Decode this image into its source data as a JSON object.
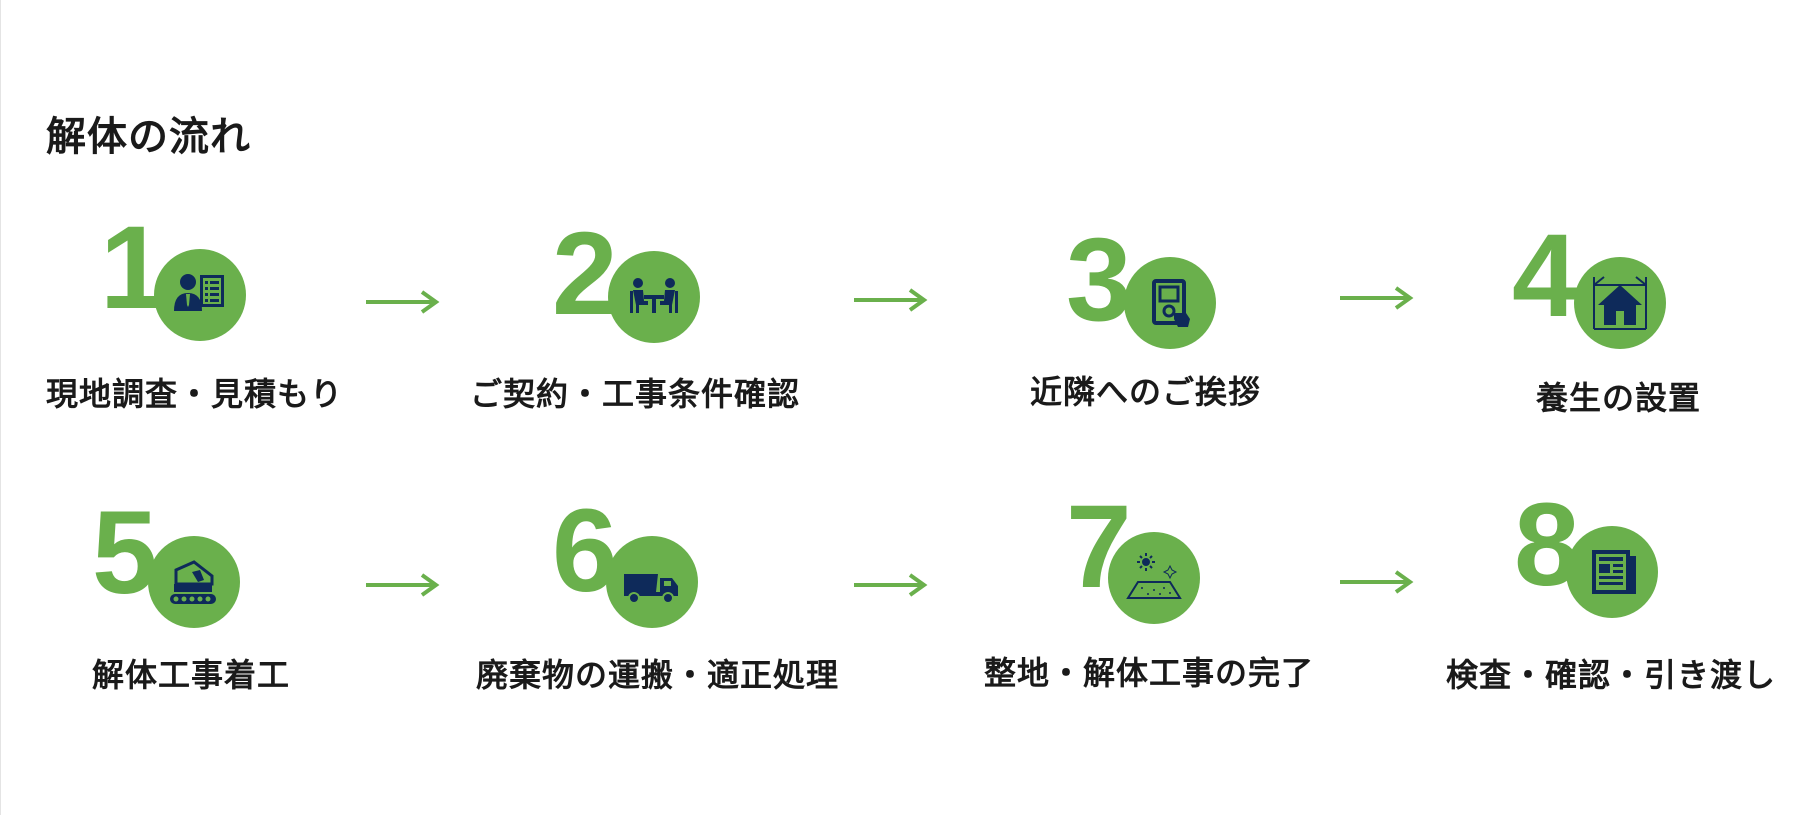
{
  "title": "解体の流れ",
  "colors": {
    "accent": "#6ab04c",
    "icon": "#0e2a5a",
    "text": "#1a1a1a"
  },
  "steps": [
    {
      "number": "1",
      "label": "現地調査・見積もり",
      "icon": "consultant-icon"
    },
    {
      "number": "2",
      "label": "ご契約・工事条件確認",
      "icon": "meeting-icon"
    },
    {
      "number": "3",
      "label": "近隣へのご挨拶",
      "icon": "doorbell-icon"
    },
    {
      "number": "4",
      "label": "養生の設置",
      "icon": "scaffold-house-icon"
    },
    {
      "number": "5",
      "label": "解体工事着工",
      "icon": "excavator-icon"
    },
    {
      "number": "6",
      "label": "廃棄物の運搬・適正処理",
      "icon": "dump-truck-icon"
    },
    {
      "number": "7",
      "label": "整地・解体工事の完了",
      "icon": "cleared-land-icon"
    },
    {
      "number": "8",
      "label": "検査・確認・引き渡し",
      "icon": "document-icon"
    }
  ]
}
